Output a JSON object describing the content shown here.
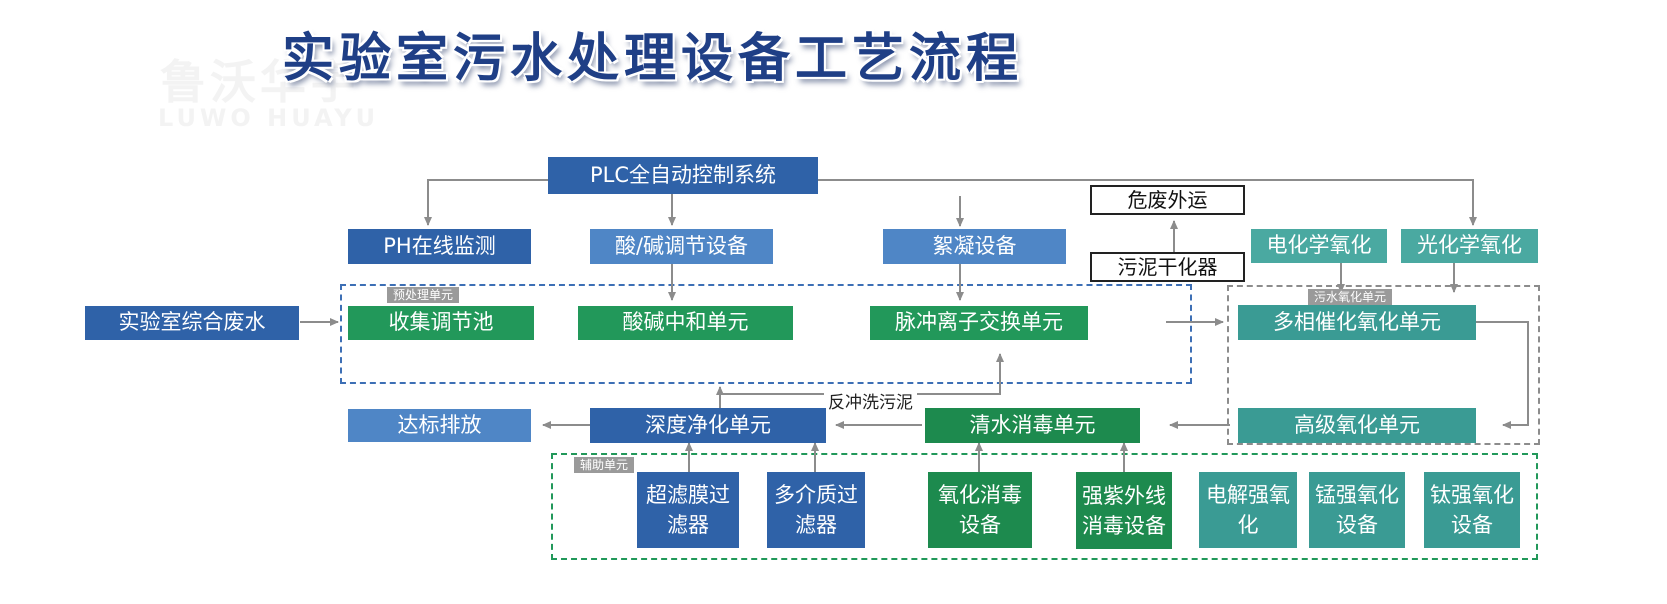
{
  "title": "实验室污水处理设备工艺流程",
  "colors": {
    "dark_blue": "#2f62a8",
    "mid_blue": "#4f86c6",
    "green": "#22985a",
    "teal": "#3a9b94",
    "light_teal": "#4aa9a1",
    "arrow_gray": "#8c8c8c",
    "blue_dash": "#3d6fb5",
    "green_dash": "#22985a",
    "gray_dash": "#8c8c8c"
  },
  "watermark": {
    "cn": "鲁沃华宇",
    "en": "LUWO HUAYU"
  },
  "nodes": {
    "plc": "PLC全自动控制系统",
    "ph": "PH在线监测",
    "acid_base_adjust": "酸/碱调节设备",
    "flocculation": "絮凝设备",
    "hazard_transport": "危废外运",
    "sludge_dryer": "污泥干化器",
    "electro_oxidation": "电化学氧化",
    "photo_oxidation": "光化学氧化",
    "inlet": "实验室综合废水",
    "collection_tank": "收集调节池",
    "neutralization": "酸碱中和单元",
    "ion_exchange": "脉冲离子交换单元",
    "multiphase_catalytic": "多相催化氧化单元",
    "discharge": "达标排放",
    "deep_purify": "深度净化单元",
    "disinfection": "清水消毒单元",
    "advanced_oxidation": "高级氧化单元",
    "uf_filter": "超滤膜过滤器",
    "multimedia_filter": "多介质过滤器",
    "oxidation_disinfect": "氧化消毒设备",
    "uv_disinfect": "强紫外线消毒设备",
    "electrolysis": "电解强氧化",
    "manganese": "锰强氧化设备",
    "titanium": "钛强氧化设备"
  },
  "groups": {
    "pretreatment": "预处理单元",
    "oxidation": "污水氧化单元",
    "auxiliary": "辅助单元"
  },
  "edge_labels": {
    "backwash": "反冲洗污泥"
  }
}
